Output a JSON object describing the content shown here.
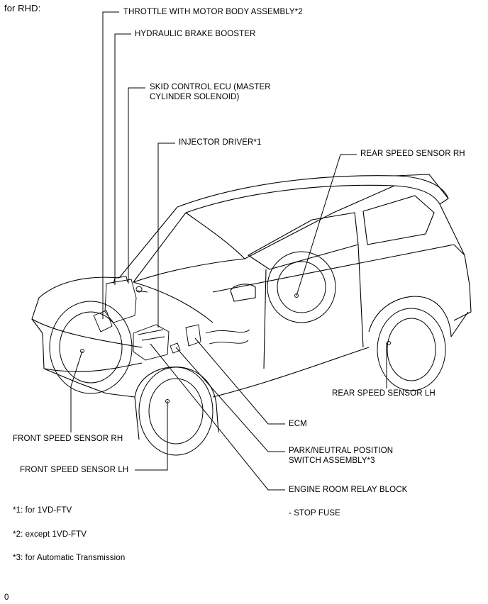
{
  "header": "for RHD:",
  "labels": {
    "throttle": "THROTTLE WITH MOTOR BODY ASSEMBLY*2",
    "brake_booster": "HYDRAULIC BRAKE BOOSTER",
    "skid_ecu": "SKID CONTROL ECU (MASTER\nCYLINDER SOLENOID)",
    "injector_driver": "INJECTOR DRIVER*1",
    "rear_speed_rh": "REAR SPEED SENSOR RH",
    "rear_speed_lh": "REAR SPEED SENSOR LH",
    "ecm": "ECM",
    "park_neutral": "PARK/NEUTRAL POSITION\nSWITCH ASSEMBLY*3",
    "engine_relay": "ENGINE ROOM RELAY BLOCK",
    "stop_fuse": "- STOP FUSE",
    "front_speed_rh": "FRONT SPEED SENSOR RH",
    "front_speed_lh": "FRONT SPEED SENSOR LH"
  },
  "notes": [
    "*1: for 1VD-FTV",
    "*2: except 1VD-FTV",
    "*3: for Automatic Transmission"
  ],
  "footer": "0"
}
